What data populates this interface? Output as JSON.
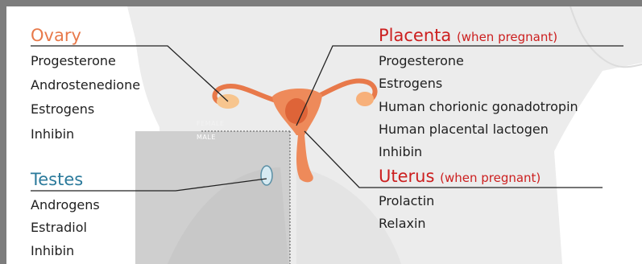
{
  "ovary": {
    "title": "Ovary",
    "hormones": [
      "Progesterone",
      "Androstenedione",
      "Estrogens",
      "Inhibin"
    ]
  },
  "testes": {
    "title": "Testes",
    "hormones": [
      "Androgens",
      "Estradiol",
      "Inhibin"
    ]
  },
  "placenta": {
    "title": "Placenta",
    "qualifier": "(when pregnant)",
    "hormones": [
      "Progesterone",
      "Estrogens",
      "Human chorionic gonadotropin",
      "Human placental lactogen",
      "Inhibin"
    ]
  },
  "uterus": {
    "title": "Uterus",
    "qualifier": "(when pregnant)",
    "hormones": [
      "Prolactin",
      "Relaxin"
    ]
  },
  "divider": {
    "female": "FEMALE",
    "male": "MALE"
  },
  "colors": {
    "ovary_title": "#e8794a",
    "placenta_title": "#cc1f1f",
    "uterus_title": "#cc1f1f",
    "testes_title": "#2b7a9b",
    "organ": "#e8794a",
    "body": "#ececec",
    "male_region": "#cfcfcf"
  }
}
